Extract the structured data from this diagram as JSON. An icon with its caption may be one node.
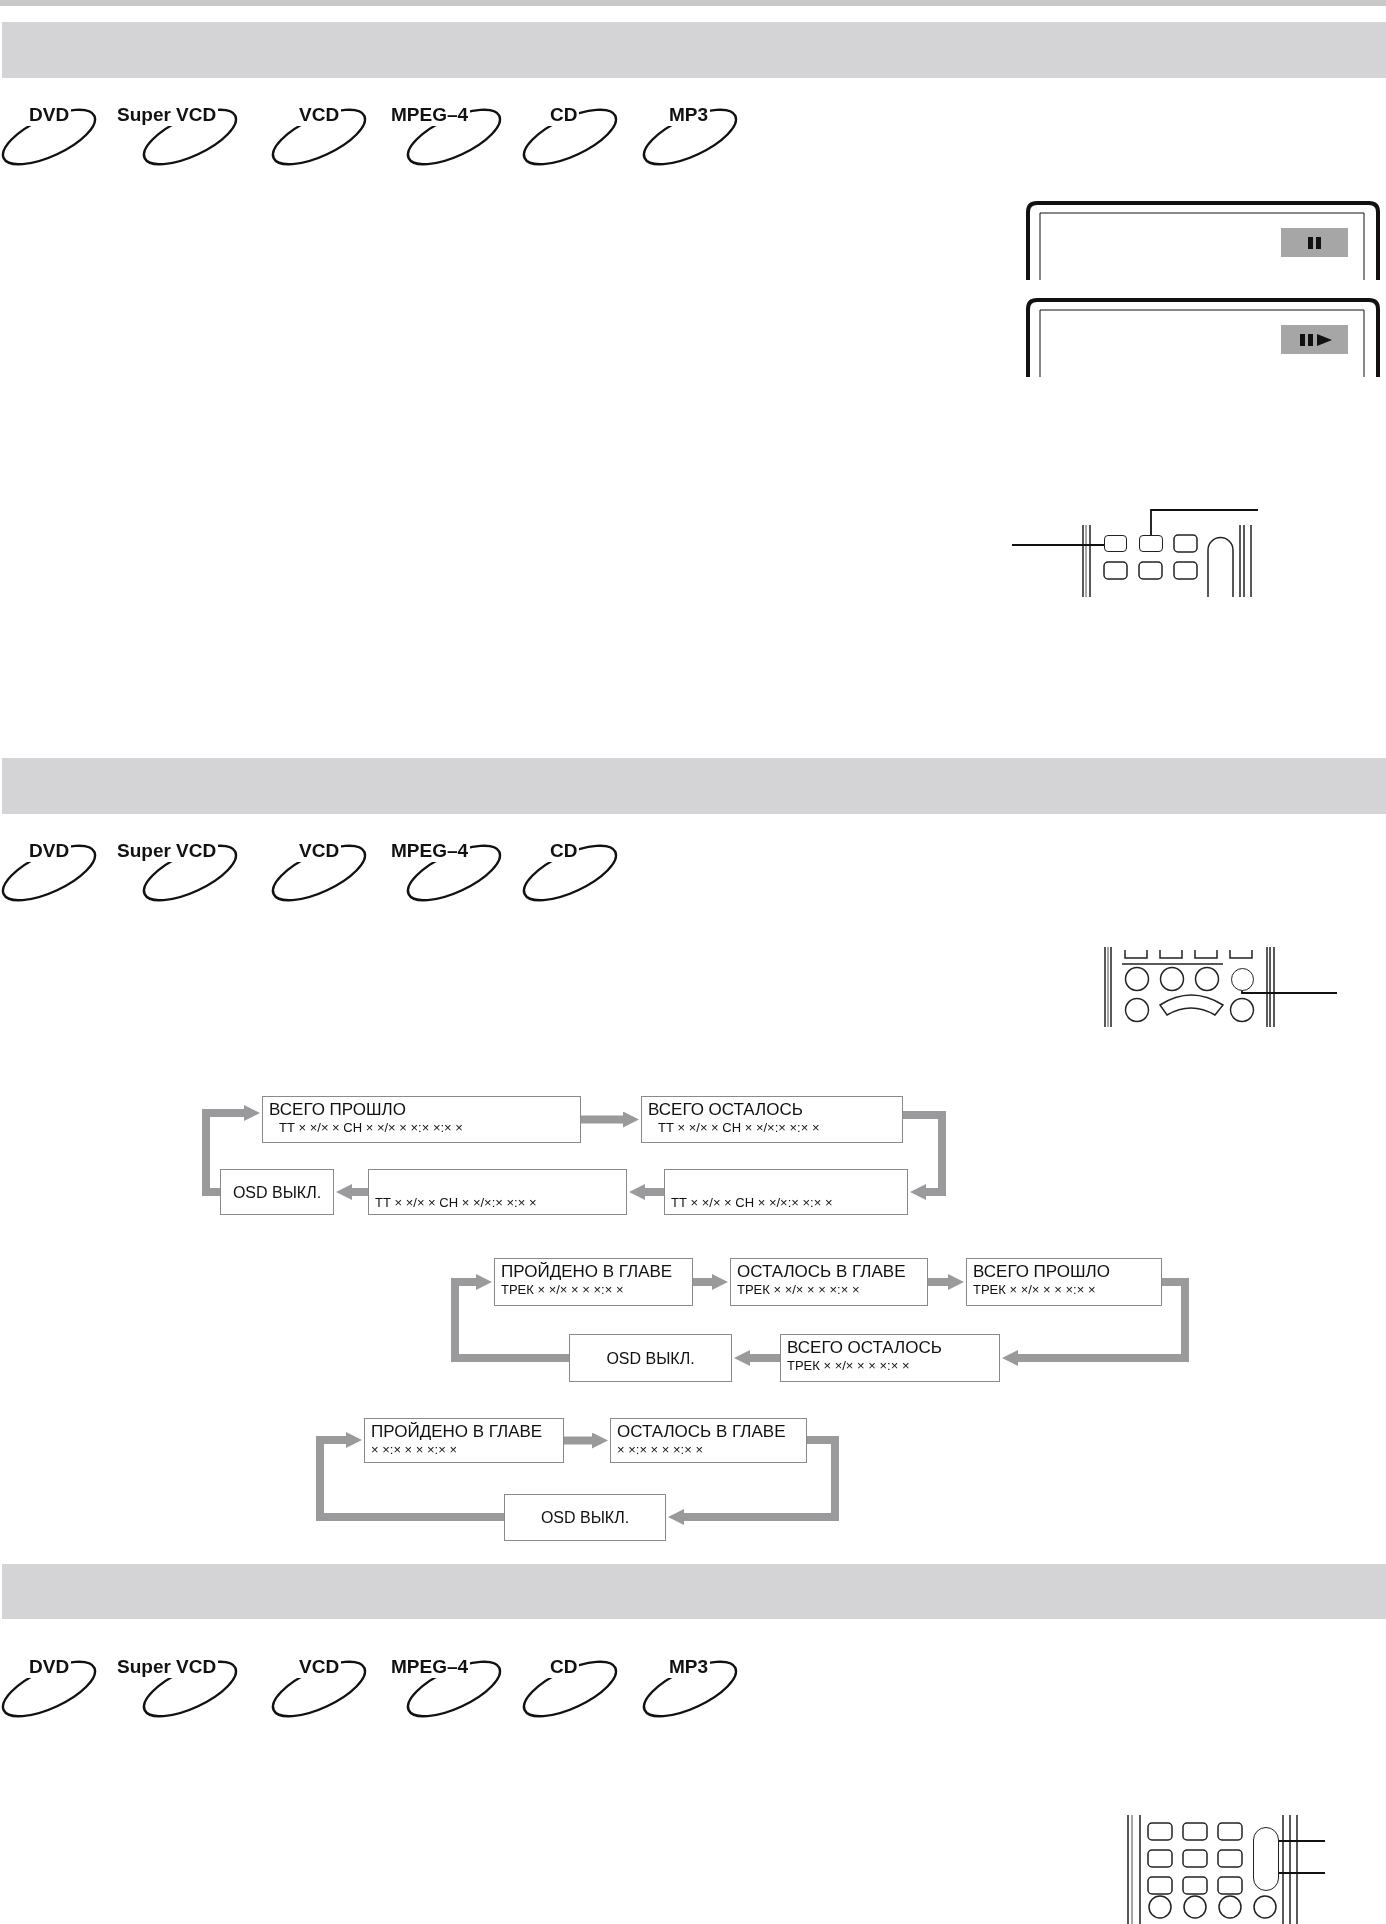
{
  "diagram": {
    "nodes": [
      {
        "text": [
          "ВСЕГО ПРОШЛО",
          "ТТ × ×/× × СН × ×/× × ×:× ×:× ×"
        ]
      },
      {
        "text": [
          "ВСЕГО ОСТАЛОСЬ",
          "ТТ × ×/× × СН × ×/×:× ×:× ×"
        ]
      },
      {
        "text": [
          "ТТ × ×/× × СН × ×/×:× ×:× ×"
        ]
      },
      {
        "text": [
          "ТТ × ×/× × СН × ×/×:× ×:× ×"
        ]
      },
      {
        "text": [
          "OSD ВЫКЛ."
        ]
      },
      {
        "text": [
          "ПРОЙДЕНО В ГЛАВЕ",
          "ТРЕК × ×/× × × ×:× ×"
        ]
      },
      {
        "text": [
          "ОСТАЛОСЬ В ГЛАВЕ",
          "ТРЕК × ×/× × × ×:× ×"
        ]
      },
      {
        "text": [
          "ВСЕГО ПРОШЛО",
          "ТРЕК × ×/× × × ×:× ×"
        ]
      },
      {
        "text": [
          "ВСЕГО ОСТАЛОСЬ",
          "ТРЕК × ×/× × × ×:× ×"
        ]
      },
      {
        "text": [
          "OSD ВЫКЛ."
        ]
      },
      {
        "text": [
          "ПРОЙДЕНО В ГЛАВЕ",
          "× ×:× × × ×:× ×"
        ]
      },
      {
        "text": [
          "ОСТАЛОСЬ В ГЛАВЕ",
          "× ×:× × × ×:× ×"
        ]
      },
      {
        "text": [
          "OSD ВЫКЛ."
        ]
      },
      {
        "text": [],
        "shape": "box"
      },
      {
        "text": [],
        "shape": "box"
      },
      {
        "text": [],
        "shape": "circle"
      },
      {
        "text": [],
        "shape": "oval"
      }
    ],
    "edges": [
      {
        "from": 0,
        "to": 1,
        "arrow": "to"
      },
      {
        "from": 1,
        "to": 2,
        "arrow": "to"
      },
      {
        "from": 2,
        "to": 3,
        "arrow": "to"
      },
      {
        "from": 3,
        "to": 4,
        "arrow": "to"
      },
      {
        "from": 4,
        "to": 0,
        "arrow": "to"
      },
      {
        "from": 5,
        "to": 6,
        "arrow": "to"
      },
      {
        "from": 6,
        "to": 7,
        "arrow": "to"
      },
      {
        "from": 7,
        "to": 8,
        "arrow": "to"
      },
      {
        "from": 8,
        "to": 9,
        "arrow": "to"
      },
      {
        "from": 9,
        "to": 5,
        "arrow": "to"
      },
      {
        "from": 10,
        "to": 11,
        "arrow": "to"
      },
      {
        "from": 11,
        "to": 12,
        "arrow": "to"
      },
      {
        "from": 12,
        "to": 10,
        "arrow": "to"
      },
      {
        "from": null,
        "to": 13,
        "arrow": "none",
        "color": "#111111"
      },
      {
        "from": null,
        "to": 14,
        "arrow": "none",
        "color": "#111111"
      },
      {
        "from": null,
        "to": 15,
        "arrow": "none",
        "color": "#111111"
      },
      {
        "from": null,
        "to": 16,
        "arrow": "none",
        "color": "#111111"
      },
      {
        "from": null,
        "to": 16,
        "arrow": "none",
        "color": "#111111"
      }
    ],
    "labels": [
      "DVD",
      "Super VCD",
      "VCD",
      "MPEG–4",
      "CD",
      "MP3",
      "DVD",
      "Super VCD",
      "VCD",
      "MPEG–4",
      "CD",
      "DVD",
      "Super VCD",
      "VCD",
      "MPEG–4",
      "CD",
      "MP3"
    ]
  }
}
